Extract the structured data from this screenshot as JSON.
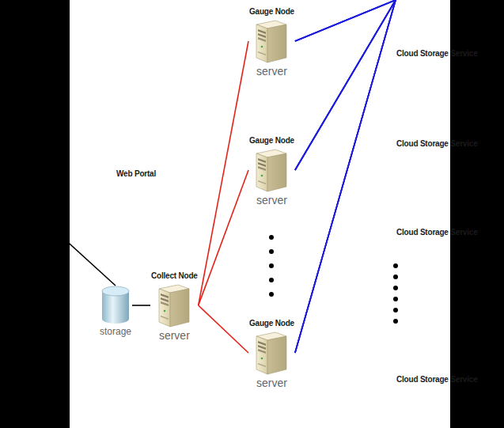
{
  "diagram": {
    "nodes": [
      {
        "text": [
          "Web Portal"
        ]
      },
      {
        "text": [
          "storage"
        ]
      },
      {
        "text": [
          "Collect Node",
          "server"
        ]
      },
      {
        "text": [
          "Gauge Node",
          "server"
        ]
      },
      {
        "text": [
          "Gauge Node",
          "server"
        ]
      },
      {
        "text": [
          "Gauge Node",
          "server"
        ]
      },
      {
        "text": [
          "Cloud Storage Service"
        ]
      },
      {
        "text": [
          "Cloud Storage Service"
        ]
      },
      {
        "text": [
          "Cloud Storage Service"
        ]
      },
      {
        "text": [
          "Cloud Storage Service"
        ]
      }
    ],
    "edges": [
      {
        "from": 0,
        "to": 1,
        "arrow": "none"
      },
      {
        "from": 1,
        "to": 2,
        "arrow": "none"
      },
      {
        "from": 2,
        "to": 3,
        "arrow": "none"
      },
      {
        "from": 2,
        "to": 4,
        "arrow": "none"
      },
      {
        "from": 2,
        "to": 5,
        "arrow": "none"
      },
      {
        "from": 3,
        "to": 6,
        "arrow": "none"
      },
      {
        "from": 3,
        "to": 7,
        "arrow": "none"
      },
      {
        "from": 3,
        "to": 8,
        "arrow": "none"
      },
      {
        "from": 3,
        "to": 9,
        "arrow": "none"
      },
      {
        "from": 4,
        "to": 6,
        "arrow": "none"
      },
      {
        "from": 4,
        "to": 7,
        "arrow": "none"
      },
      {
        "from": 4,
        "to": 8,
        "arrow": "none"
      },
      {
        "from": 4,
        "to": 9,
        "arrow": "none"
      },
      {
        "from": 5,
        "to": 6,
        "arrow": "none"
      },
      {
        "from": 5,
        "to": 7,
        "arrow": "none"
      },
      {
        "from": 5,
        "to": 8,
        "arrow": "none"
      },
      {
        "from": 5,
        "to": 9,
        "arrow": "none"
      }
    ]
  }
}
